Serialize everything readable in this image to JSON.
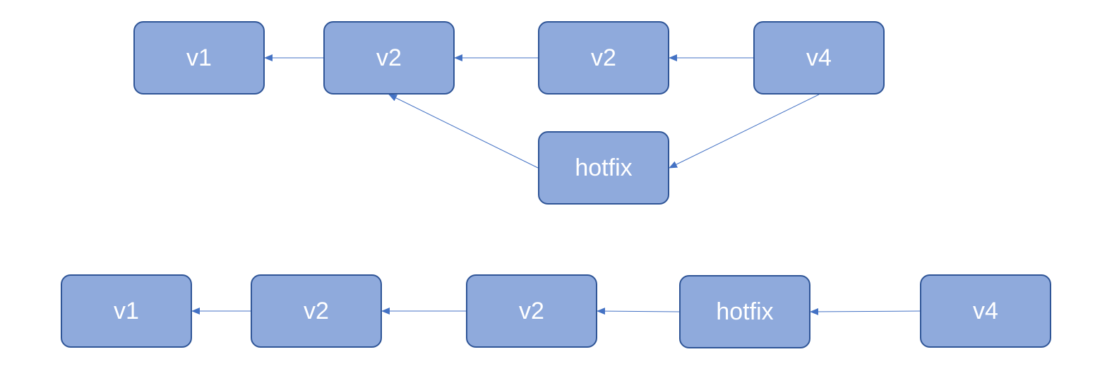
{
  "colors": {
    "node_fill": "#8faadc",
    "node_border": "#2f5597",
    "node_text": "#ffffff",
    "edge": "#4472c4"
  },
  "diagram_top": {
    "nodes": [
      {
        "id": "t-v1",
        "label": "v1"
      },
      {
        "id": "t-v2a",
        "label": "v2"
      },
      {
        "id": "t-v2b",
        "label": "v2"
      },
      {
        "id": "t-v4",
        "label": "v4"
      },
      {
        "id": "t-hotfix",
        "label": "hotfix"
      }
    ],
    "edges": [
      {
        "from": "t-v2a",
        "to": "t-v1"
      },
      {
        "from": "t-v2b",
        "to": "t-v2a"
      },
      {
        "from": "t-v4",
        "to": "t-v2b"
      },
      {
        "from": "t-hotfix",
        "to": "t-v2a"
      },
      {
        "from": "t-v4",
        "to": "t-hotfix"
      }
    ]
  },
  "diagram_bottom": {
    "nodes": [
      {
        "id": "b-v1",
        "label": "v1"
      },
      {
        "id": "b-v2a",
        "label": "v2"
      },
      {
        "id": "b-v2b",
        "label": "v2"
      },
      {
        "id": "b-hotfix",
        "label": "hotfix"
      },
      {
        "id": "b-v4",
        "label": "v4"
      }
    ],
    "edges": [
      {
        "from": "b-v2a",
        "to": "b-v1"
      },
      {
        "from": "b-v2b",
        "to": "b-v2a"
      },
      {
        "from": "b-hotfix",
        "to": "b-v2b"
      },
      {
        "from": "b-v4",
        "to": "b-hotfix"
      }
    ]
  }
}
